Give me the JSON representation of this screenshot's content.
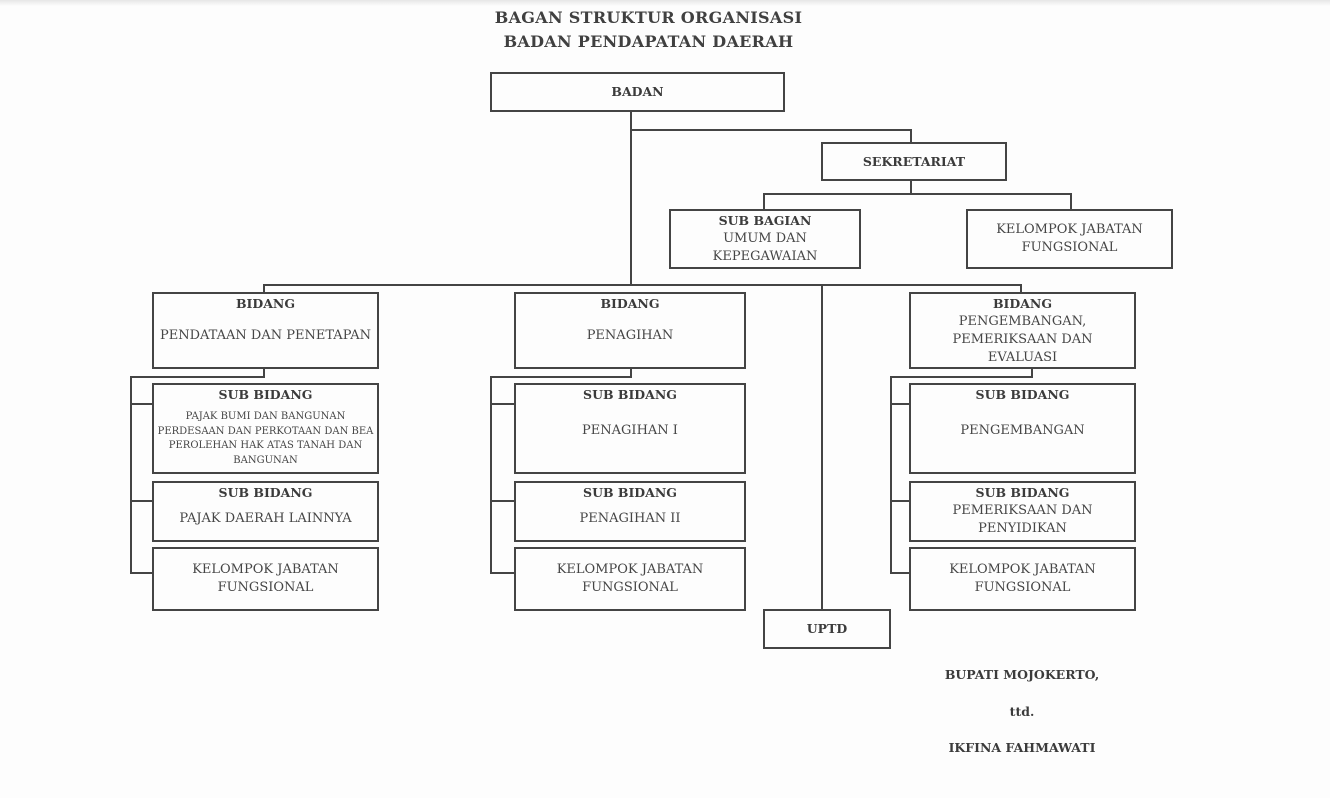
{
  "title": {
    "line1": "BAGAN STRUKTUR  ORGANISASI",
    "line2": "BADAN PENDAPATAN DAERAH"
  },
  "badan": {
    "label": "BADAN"
  },
  "sekretariat": {
    "label": "SEKRETARIAT",
    "sub_bagian": {
      "header": "SUB BAGIAN",
      "line1": "UMUM DAN",
      "line2": "KEPEGAWAIAN"
    },
    "kelompok": {
      "line1": "KELOMPOK JABATAN",
      "line2": "FUNGSIONAL"
    }
  },
  "bidang": [
    {
      "header": "BIDANG",
      "name": "PENDATAAN DAN PENETAPAN",
      "sub_bidang": [
        {
          "header": "SUB BIDANG",
          "lines": [
            "PAJAK BUMI DAN BANGUNAN",
            "PERDESAAN DAN PERKOTAAN DAN BEA",
            "PEROLEHAN HAK ATAS TANAH DAN",
            "BANGUNAN"
          ]
        },
        {
          "header": "SUB BIDANG",
          "lines": [
            "PAJAK DAERAH LAINNYA"
          ]
        }
      ],
      "kelompok": {
        "line1": "KELOMPOK JABATAN",
        "line2": "FUNGSIONAL"
      }
    },
    {
      "header": "BIDANG",
      "name": "PENAGIHAN",
      "sub_bidang": [
        {
          "header": "SUB BIDANG",
          "lines": [
            "PENAGIHAN I"
          ]
        },
        {
          "header": "SUB BIDANG",
          "lines": [
            "PENAGIHAN II"
          ]
        }
      ],
      "kelompok": {
        "line1": "KELOMPOK JABATAN",
        "line2": "FUNGSIONAL"
      }
    },
    {
      "header": "BIDANG",
      "name_lines": [
        "PENGEMBANGAN,",
        "PEMERIKSAAN DAN",
        "EVALUASI"
      ],
      "sub_bidang": [
        {
          "header": "SUB BIDANG",
          "lines": [
            "PENGEMBANGAN"
          ]
        },
        {
          "header": "SUB BIDANG",
          "lines": [
            "PEMERIKSAAN DAN",
            "PENYIDIKAN"
          ]
        }
      ],
      "kelompok": {
        "line1": "KELOMPOK JABATAN",
        "line2": "FUNGSIONAL"
      }
    }
  ],
  "uptd": {
    "label": "UPTD"
  },
  "signature": {
    "office": "BUPATI MOJOKERTO,",
    "signed": "ttd.",
    "name": "IKFINA FAHMAWATI"
  }
}
